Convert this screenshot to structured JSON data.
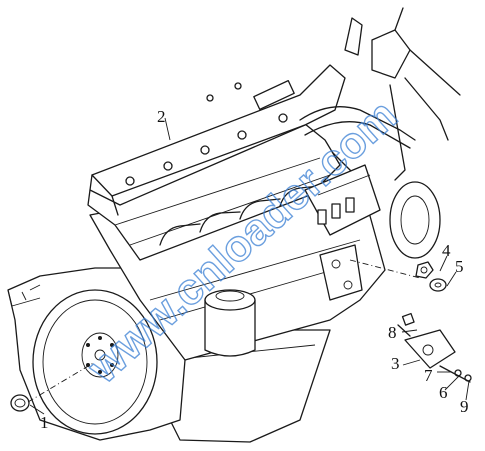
{
  "diagram": {
    "callouts": [
      {
        "id": "c1",
        "label": "1"
      },
      {
        "id": "c2",
        "label": "2"
      },
      {
        "id": "c3",
        "label": "3"
      },
      {
        "id": "c4",
        "label": "4"
      },
      {
        "id": "c5",
        "label": "5"
      },
      {
        "id": "c6",
        "label": "6"
      },
      {
        "id": "c7",
        "label": "7"
      },
      {
        "id": "c8",
        "label": "8"
      },
      {
        "id": "c9",
        "label": "9"
      }
    ],
    "watermark": "www.cnloader.com",
    "colors": {
      "line": "#1a1a1a",
      "watermark": "#3a7fd4",
      "background": "#ffffff"
    }
  }
}
